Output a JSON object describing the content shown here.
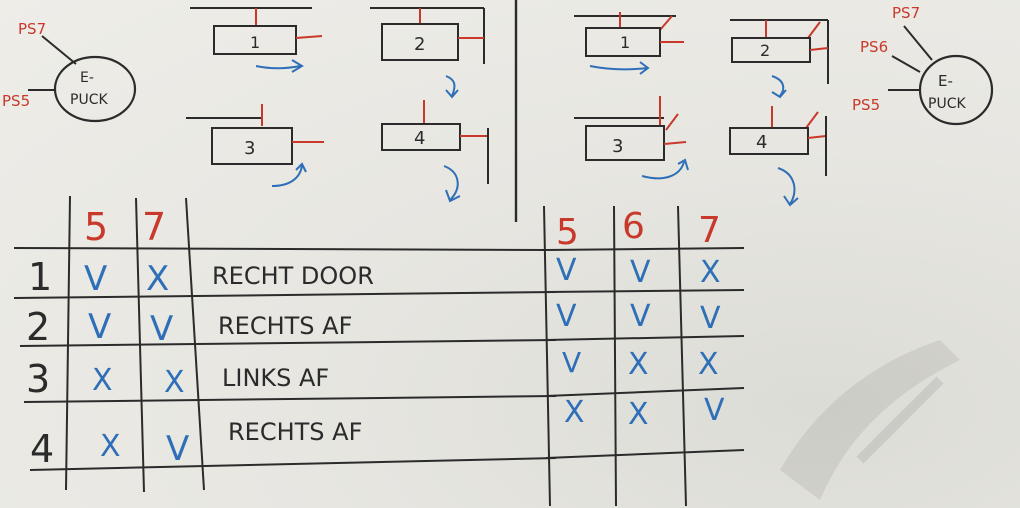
{
  "left_robot": {
    "body_label_line1": "E-",
    "body_label_line2": "PUCK",
    "sensor_labels": [
      "PS7",
      "PS5"
    ]
  },
  "right_robot": {
    "body_label_line1": "E-",
    "body_label_line2": "PUCK",
    "sensor_labels": [
      "PS7",
      "PS6",
      "PS5"
    ]
  },
  "left_scenarios": [
    "1",
    "2",
    "3",
    "4"
  ],
  "right_scenarios": [
    "1",
    "2",
    "3",
    "4"
  ],
  "left_table": {
    "headers": [
      "5",
      "7"
    ],
    "rows": [
      {
        "num": "1",
        "s5": "V",
        "s7": "X",
        "action": "RECHT DOOR"
      },
      {
        "num": "2",
        "s5": "V",
        "s7": "V",
        "action": "RECHTS AF"
      },
      {
        "num": "3",
        "s5": "X",
        "s7": "X",
        "action": "LINKS AF"
      },
      {
        "num": "4",
        "s5": "X",
        "s7": "V",
        "action": "RECHTS AF"
      }
    ]
  },
  "right_table": {
    "headers": [
      "5",
      "6",
      "7"
    ],
    "rows": [
      [
        "V",
        "V",
        "X"
      ],
      [
        "V",
        "V",
        "V"
      ],
      [
        "V",
        "X",
        "X"
      ],
      [
        "X",
        "X",
        "V"
      ]
    ]
  },
  "colors": {
    "red": "#c8392b",
    "blue": "#2f6fb8",
    "black": "#2b2b2b"
  }
}
